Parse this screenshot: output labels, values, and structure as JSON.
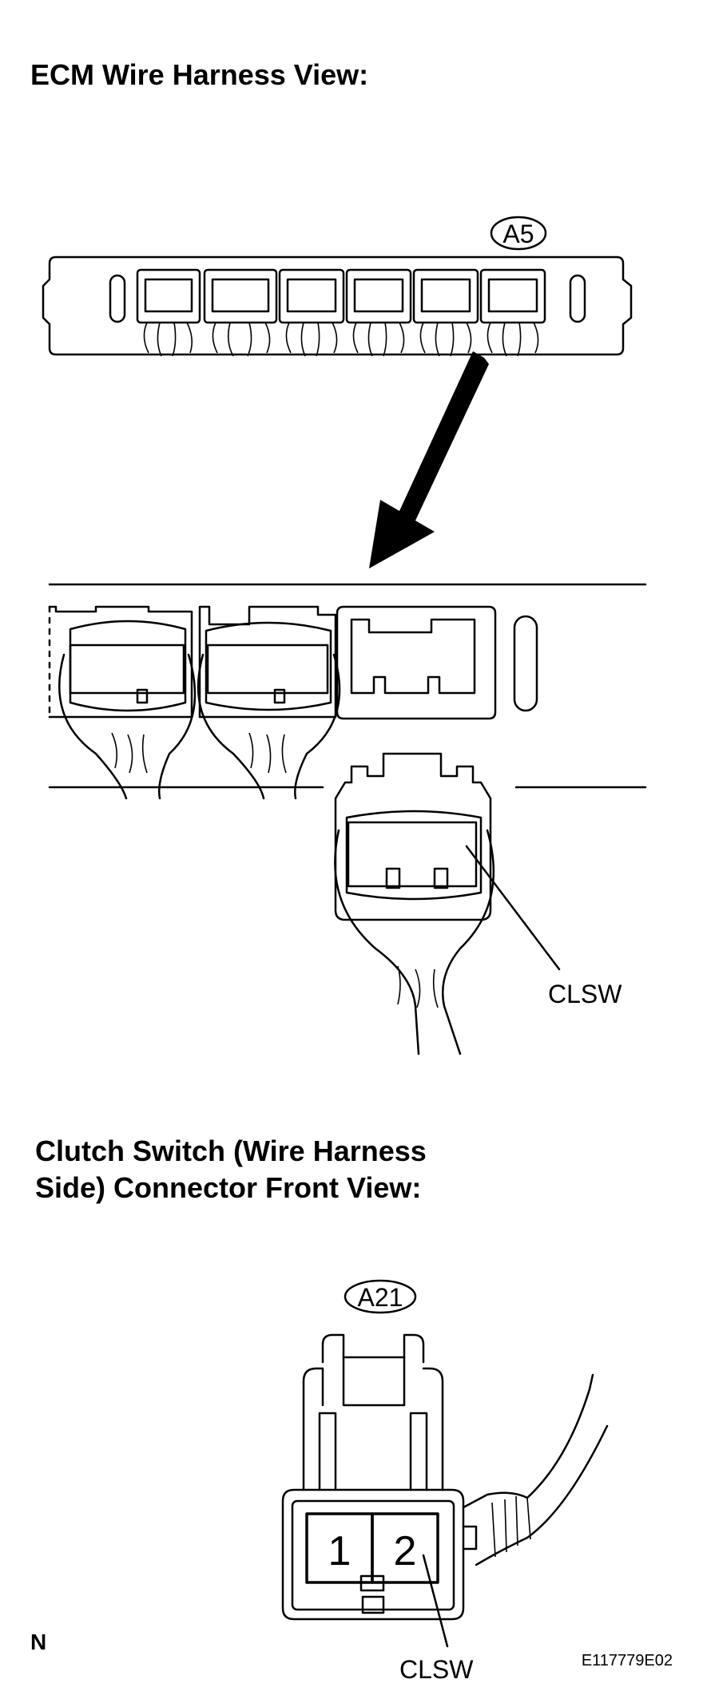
{
  "headings": {
    "ecm_view": "ECM Wire Harness View:",
    "clutch_view_line1": "Clutch Switch (Wire Harness",
    "clutch_view_line2": "Side) Connector Front View:"
  },
  "connectors": {
    "ecm_code": "A5",
    "clutch_code": "A21"
  },
  "terminals": {
    "clsw_ecm": "CLSW",
    "clsw_clutch": "CLSW",
    "pin_1": "1",
    "pin_2": "2"
  },
  "footer": {
    "orientation_mark": "N",
    "figure_id": "E117779E02"
  }
}
